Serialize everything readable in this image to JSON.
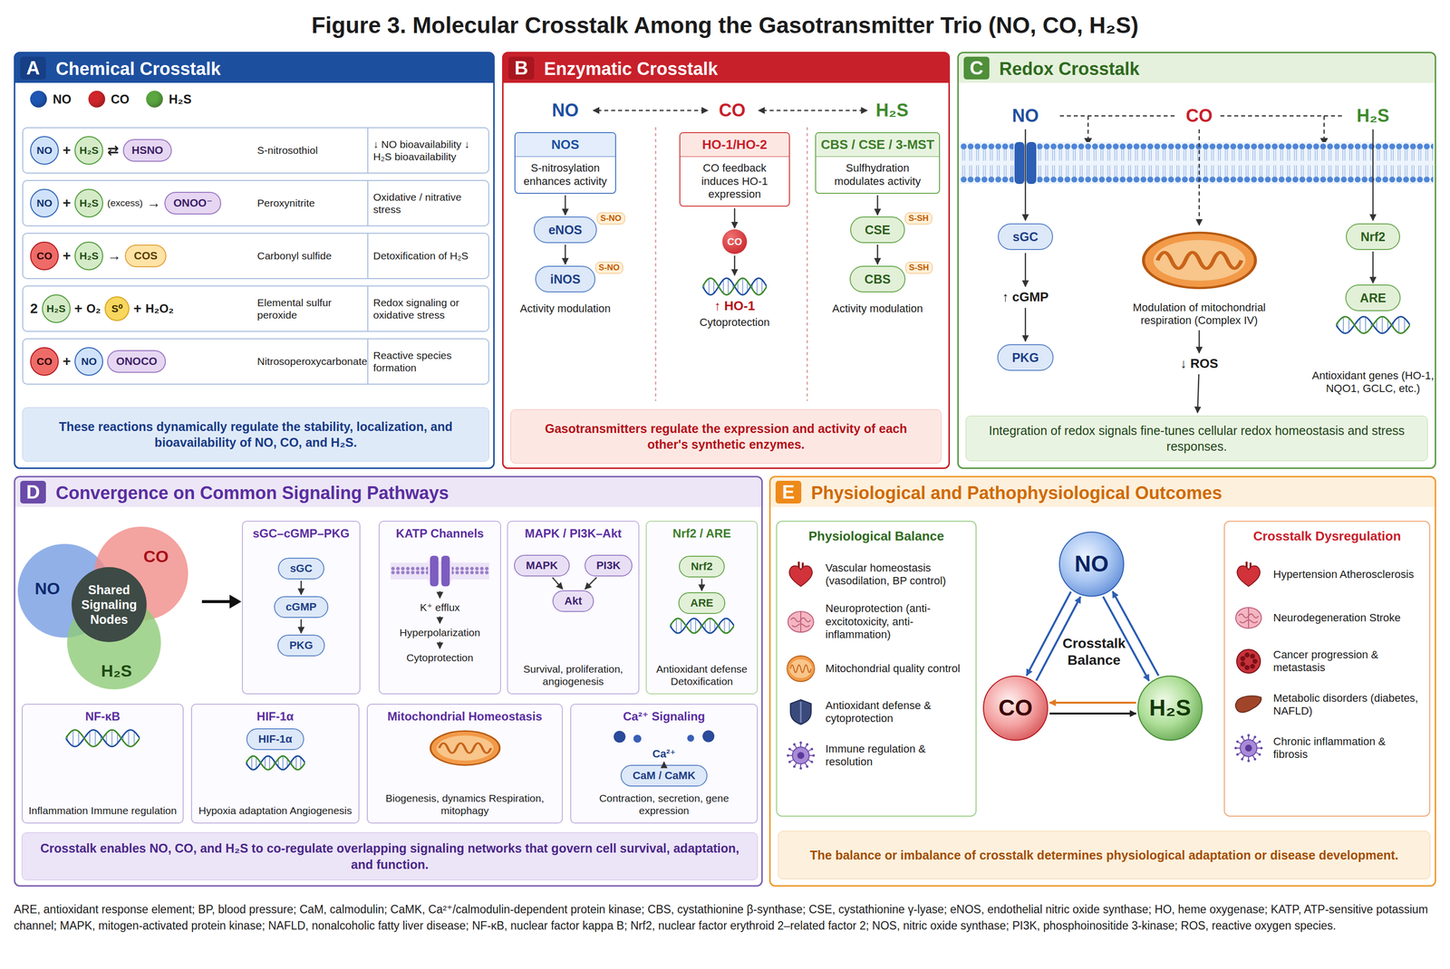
{
  "diagram": {
    "title": "Figure 3. Molecular Crosstalk Among the Gasotransmitter Trio (NO, CO, H₂S)",
    "caption": "ARE, antioxidant response element; BP, blood pressure; CaM, calmodulin; CaMK, Ca²⁺/calmodulin-dependent protein kinase; CBS, cystathionine β-synthase; CSE, cystathionine γ-lyase; eNOS, endothelial nitric oxide synthase; HO, heme oxygenase; KATP, ATP-sensitive potassium channel; MAPK, mitogen-activated protein kinase; NAFLD, nonalcoholic fatty liver disease; NF-κB, nuclear factor kappa B; Nrf2, nuclear factor erythroid 2–related factor 2; NOS, nitric oxide synthase; PI3K, phosphoinositide 3-kinase; ROS, reactive oxygen species.",
    "nodes": [
      {
        "text": [
          "A",
          "Chemical Crosstalk"
        ]
      },
      {
        "text": [
          "S-nitrosothiol",
          "↓ NO bioavailability ↓ H₂S bioavailability"
        ],
        "in": 0
      },
      {
        "text": [
          "NO"
        ],
        "in": 1
      },
      {
        "text": [
          "H₂S"
        ],
        "in": 1
      },
      {
        "text": [
          "HSNO"
        ],
        "in": 1
      },
      {
        "text": [
          "Peroxynitrite",
          "Oxidative / nitrative stress"
        ],
        "in": 0
      },
      {
        "text": [
          "NO"
        ],
        "in": 5
      },
      {
        "text": [
          "H₂S"
        ],
        "in": 5
      },
      {
        "text": [
          "ONOO⁻"
        ],
        "in": 5
      },
      {
        "text": [
          "Carbonyl sulfide",
          "Detoxification of H₂S"
        ],
        "in": 0
      },
      {
        "text": [
          "CO"
        ],
        "in": 9
      },
      {
        "text": [
          "H₂S"
        ],
        "in": 9
      },
      {
        "text": [
          "COS"
        ],
        "in": 9
      },
      {
        "text": [
          "Elemental sulfur peroxide",
          "Redox signaling or oxidative stress"
        ],
        "in": 0
      },
      {
        "text": [
          "H₂S"
        ],
        "in": 13
      },
      {
        "text": [
          "S⁰"
        ],
        "in": 13
      },
      {
        "text": [
          "Nitrosoperoxycarbonate",
          "Reactive species formation"
        ],
        "in": 0
      },
      {
        "text": [
          "CO"
        ],
        "in": 16
      },
      {
        "text": [
          "NO"
        ],
        "in": 16
      },
      {
        "text": [
          "ONOCO"
        ],
        "in": 16
      },
      {
        "text": [
          "These reactions dynamically regulate the stability, localization, and bioavailability of NO, CO, and H₂S."
        ],
        "in": 0
      },
      {
        "text": [
          "B",
          "Enzymatic Crosstalk"
        ]
      },
      {
        "text": [
          "NOS",
          "S-nitrosylation enhances activity"
        ],
        "in": 21
      },
      {
        "text": [
          "eNOS"
        ],
        "in": 21
      },
      {
        "text": [
          "iNOS"
        ],
        "in": 21
      },
      {
        "text": [
          "HO-1/HO-2",
          "CO feedback induces HO-1 expression"
        ],
        "in": 21
      },
      {
        "text": [
          "CO"
        ],
        "in": 21
      },
      {
        "text": [
          "↑ HO-1",
          "Cytoprotection"
        ],
        "in": 21
      },
      {
        "text": [
          "CBS / CSE / 3-MST",
          "Sulfhydration modulates activity"
        ],
        "in": 21
      },
      {
        "text": [
          "CSE"
        ],
        "in": 21
      },
      {
        "text": [
          "CBS"
        ],
        "in": 21
      },
      {
        "text": [
          "Gasotransmitters regulate the expression and activity of each other's synthetic enzymes."
        ],
        "in": 21
      },
      {
        "text": [
          "C",
          "Redox Crosstalk"
        ]
      },
      {
        "text": [
          "sGC"
        ],
        "in": 32
      },
      {
        "text": [
          "PKG"
        ],
        "in": 32
      },
      {
        "text": [
          "Nrf2"
        ],
        "in": 32
      },
      {
        "text": [
          "ARE"
        ],
        "in": 32
      },
      {
        "text": [
          "Integration of redox signals fine-tunes cellular redox homeostasis and stress responses."
        ],
        "in": 32
      },
      {
        "text": [
          "D",
          "Convergence on Common Signaling Pathways"
        ]
      },
      {
        "text": [
          "sGC–cGMP–PKG"
        ],
        "in": 38
      },
      {
        "text": [
          "sGC"
        ],
        "in": 39
      },
      {
        "text": [
          "cGMP"
        ],
        "in": 39
      },
      {
        "text": [
          "PKG"
        ],
        "in": 39
      },
      {
        "text": [
          "KATP Channels"
        ],
        "in": 38
      },
      {
        "text": [
          "MAPK / PI3K–Akt",
          "Survival, proliferation, angiogenesis"
        ],
        "in": 38
      },
      {
        "text": [
          "MAPK"
        ],
        "in": 44
      },
      {
        "text": [
          "PI3K"
        ],
        "in": 44
      },
      {
        "text": [
          "Akt"
        ],
        "in": 44
      },
      {
        "text": [
          "Nrf2 / ARE",
          "Antioxidant defense Detoxification"
        ],
        "in": 38
      },
      {
        "text": [
          "Nrf2"
        ],
        "in": 48
      },
      {
        "text": [
          "ARE"
        ],
        "in": 48
      },
      {
        "text": [
          "NF-κB",
          "Inflammation Immune regulation"
        ],
        "in": 38
      },
      {
        "text": [
          "HIF-1α",
          "Hypoxia adaptation Angiogenesis"
        ],
        "in": 38
      },
      {
        "text": [
          "HIF-1α"
        ],
        "in": 52
      },
      {
        "text": [
          "Mitochondrial Homeostasis",
          "Biogenesis, dynamics Respiration, mitophagy"
        ],
        "in": 38
      },
      {
        "text": [
          "Ca²⁺ Signaling",
          "Contraction, secretion, gene expression"
        ],
        "in": 38
      },
      {
        "text": [
          "CaM / CaMK"
        ],
        "in": 55
      },
      {
        "text": [
          "Crosstalk enables NO, CO, and H₂S to co-regulate overlapping signaling networks that govern cell survival, adaptation, and function."
        ],
        "in": 38
      },
      {
        "text": [
          "E",
          "Physiological and Pathophysiological Outcomes"
        ]
      },
      {
        "text": [
          "Physiological Balance"
        ],
        "in": 58
      },
      {
        "text": [
          "NO"
        ],
        "in": 58
      },
      {
        "text": [
          "CO"
        ],
        "in": 58
      },
      {
        "text": [
          "H₂S"
        ],
        "in": 58
      },
      {
        "text": [
          "Crosstalk Dysregulation"
        ],
        "in": 58
      },
      {
        "text": [
          "The balance or imbalance of crosstalk determines physiological adaptation or disease development."
        ],
        "in": 58
      }
    ],
    "edges": [
      {
        "from": 22,
        "to": 23,
        "arrow": "to"
      },
      {
        "from": 23,
        "to": 24,
        "arrow": "to"
      },
      {
        "from": 25,
        "to": 26,
        "arrow": "to"
      },
      {
        "from": 26,
        "to": 27,
        "arrow": "to"
      },
      {
        "from": 28,
        "to": 29,
        "arrow": "to"
      },
      {
        "from": 29,
        "to": 30,
        "arrow": "to"
      },
      {
        "from": 35,
        "to": 36,
        "arrow": "to"
      },
      {
        "from": 40,
        "to": 41,
        "arrow": "to"
      },
      {
        "from": 41,
        "to": 42,
        "arrow": "to"
      },
      {
        "from": 45,
        "to": 47,
        "arrow": "to"
      },
      {
        "from": 46,
        "to": 47,
        "arrow": "to"
      },
      {
        "from": 49,
        "to": 50,
        "arrow": "to"
      },
      {
        "from": 60,
        "to": 61,
        "arrow": "to"
      },
      {
        "from": 61,
        "to": 60,
        "arrow": "to"
      },
      {
        "from": 60,
        "to": 62,
        "arrow": "to"
      },
      {
        "from": 62,
        "to": 60,
        "arrow": "to"
      },
      {
        "from": 61,
        "to": 62,
        "arrow": "to"
      },
      {
        "from": 62,
        "to": 61,
        "arrow": "to"
      }
    ],
    "labels": [
      "+",
      "⇄",
      "+",
      "(excess)",
      "→",
      "+",
      "→",
      "2",
      "+",
      "O₂",
      "+",
      "H₂O₂",
      "+",
      "NO",
      "CO",
      "H₂S",
      "S-NO",
      "S-NO",
      "Activity modulation",
      "S-SH",
      "S-SH",
      "Activity modulation",
      "NO",
      "CO",
      "H₂S",
      "↑ cGMP",
      "Modulation of mitochondrial respiration (Complex IV)",
      "↓ ROS",
      "Antioxidant genes (HO-1, NQO1, GCLC, etc.)",
      "NO",
      "CO",
      "H₂S",
      "Shared Signaling Nodes",
      "K⁺ efflux",
      "Hyperpolarization",
      "Cytoprotection",
      "Ca²⁺",
      "Crosstalk Balance",
      "Vascular homeostasis (vasodilation, BP control)",
      "Neuroprotection (anti-excitotoxicity, anti-inflammation)",
      "Mitochondrial quality control",
      "Antioxidant defense & cytoprotection",
      "Immune regulation & resolution",
      "Hypertension Atherosclerosis",
      "Neurodegeneration Stroke",
      "Cancer progression & metastasis",
      "Metabolic disorders (diabetes, NAFLD)",
      "Chronic inflammation & fibrosis"
    ],
    "legend": [
      {
        "text": "NO",
        "color": "#1f57b5"
      },
      {
        "text": "CO",
        "color": "#d0262b"
      },
      {
        "text": "H₂S",
        "color": "#5aa640"
      }
    ]
  }
}
